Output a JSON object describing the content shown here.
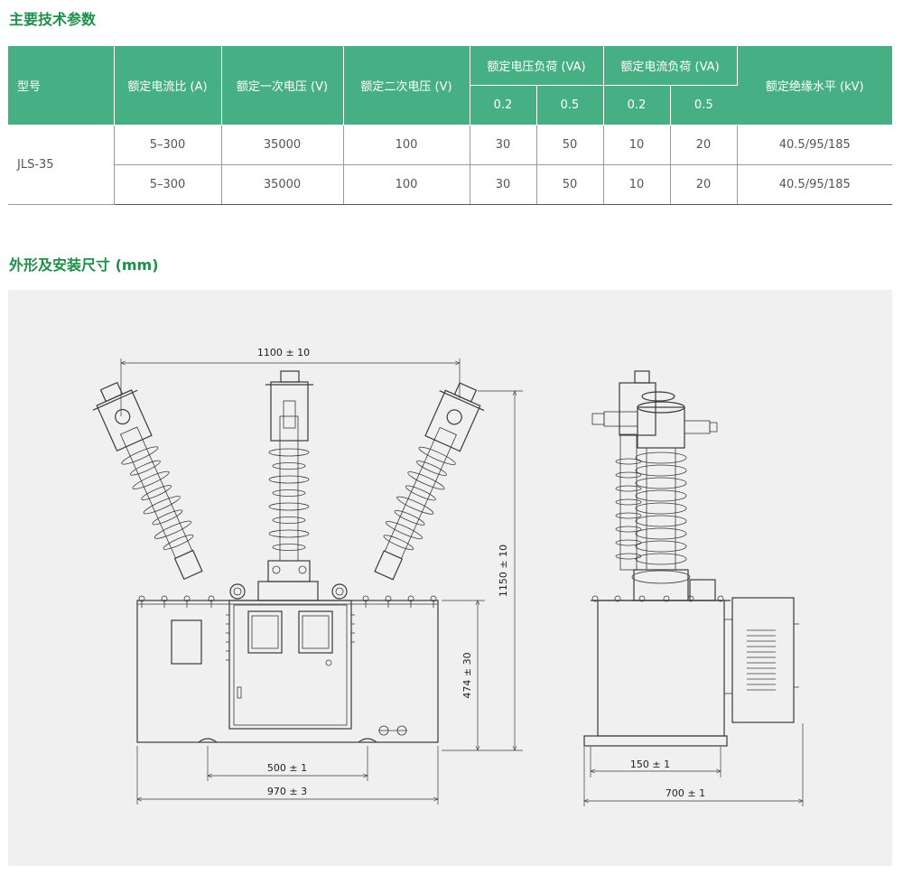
{
  "section1_title": "主要技术参数",
  "section2_title": "外形及安装尺寸 (mm)",
  "table": {
    "headers": {
      "model": "型号",
      "ratio": "额定电流比 (A)",
      "primary": "额定一次电压 (V)",
      "secondary": "额定二次电压 (V)",
      "voltage_load": "额定电压负荷 (VA)",
      "current_load": "额定电流负荷 (VA)",
      "insulation": "额定绝缘水平 (kV)",
      "vl_a": "0.2",
      "vl_b": "0.5",
      "cl_a": "0.2",
      "cl_b": "0.5"
    },
    "model": "JLS-35",
    "rows": [
      {
        "ratio": "5–300",
        "primary": "35000",
        "secondary": "100",
        "v02": "30",
        "v05": "50",
        "c02": "10",
        "c05": "20",
        "ins": "40.5/95/185"
      },
      {
        "ratio": "5–300",
        "primary": "35000",
        "secondary": "100",
        "v02": "30",
        "v05": "50",
        "c02": "10",
        "c05": "20",
        "ins": "40.5/95/185"
      }
    ]
  },
  "dimensions": {
    "top_width": "1100 ± 10",
    "height_total": "1150 ± 10",
    "tank_height": "474 ± 30",
    "mount_spacing": "500 ± 1",
    "base_width": "970 ± 3",
    "side_mount": "150 ± 1",
    "side_width": "700 ± 1"
  }
}
